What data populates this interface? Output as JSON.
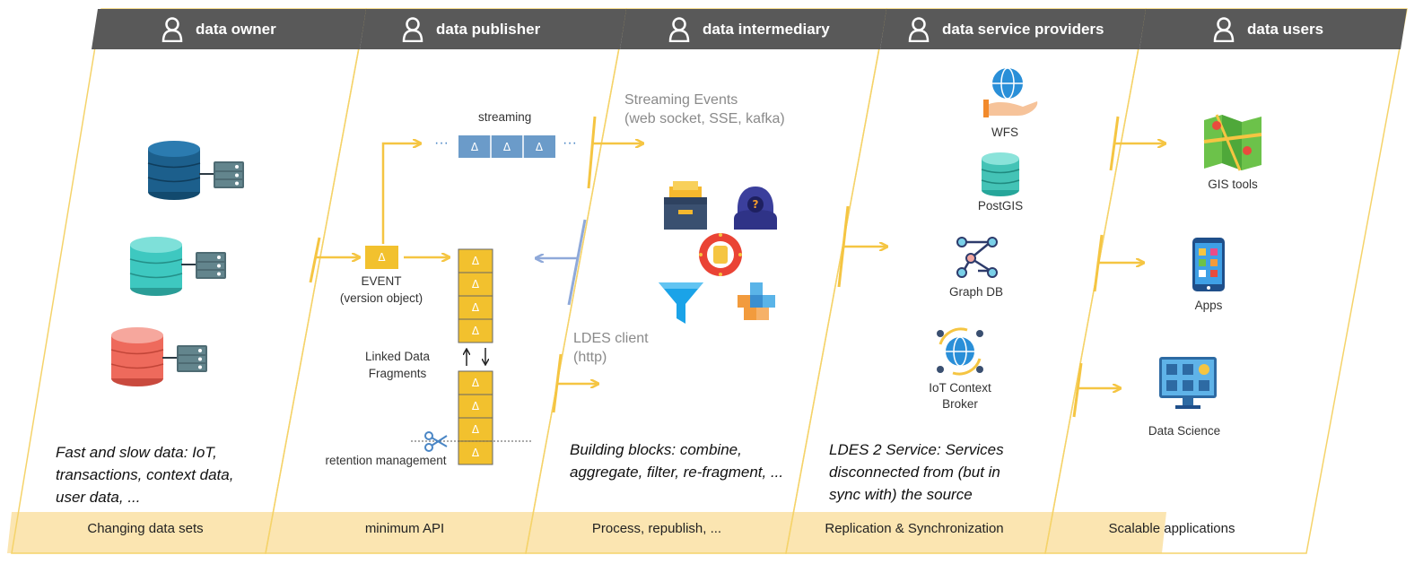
{
  "headers": [
    {
      "label": "data owner"
    },
    {
      "label": "data publisher"
    },
    {
      "label": "data intermediary"
    },
    {
      "label": "data service providers"
    },
    {
      "label": "data users"
    }
  ],
  "footers": [
    {
      "label": "Changing data sets"
    },
    {
      "label": "minimum API"
    },
    {
      "label": "Process, republish, ..."
    },
    {
      "label": "Replication & Synchronization"
    },
    {
      "label": "Scalable applications"
    }
  ],
  "owner": {
    "description": "Fast and slow data: IoT, transactions, context data, user data, ..."
  },
  "publisher": {
    "streaming_label": "streaming",
    "ellipsis_left": "···",
    "ellipsis_right": "···",
    "delta_symbol": "Δ",
    "event_line1": "EVENT",
    "event_line2": "(version object)",
    "fragments_line1": "Linked Data",
    "fragments_line2": "Fragments",
    "retention_label": "retention management"
  },
  "intermediary": {
    "streaming_events_line1": "Streaming Events",
    "streaming_events_line2": "(web socket, SSE, kafka)",
    "ldes_client_line1": "LDES client",
    "ldes_client_line2": "(http)",
    "description": "Building blocks: combine, aggregate, filter, re-fragment, ..."
  },
  "providers": {
    "items": [
      {
        "label": "WFS",
        "icon": "globe-hand-icon"
      },
      {
        "label": "PostGIS",
        "icon": "database-icon"
      },
      {
        "label": "Graph DB",
        "icon": "graph-icon"
      },
      {
        "label": "IoT Context",
        "label2": "Broker",
        "icon": "iot-globe-icon"
      }
    ],
    "description": "LDES 2 Service: Services disconnected from (but in sync with) the source"
  },
  "users": {
    "items": [
      {
        "label": "GIS tools",
        "icon": "map-icon"
      },
      {
        "label": "Apps",
        "icon": "phone-icon"
      },
      {
        "label": "Data Science",
        "icon": "monitor-icon"
      }
    ]
  },
  "colors": {
    "header": "#595959",
    "footer": "#fbe5b1",
    "panel_border": "#f5c842",
    "arrow": "#f5c542",
    "arrow_blue": "#8fa9d9",
    "db_blue": "#1c5f8c",
    "db_teal": "#3ec8c0",
    "db_red": "#ee6a5c",
    "stream_blue": "#6b9bc9"
  }
}
